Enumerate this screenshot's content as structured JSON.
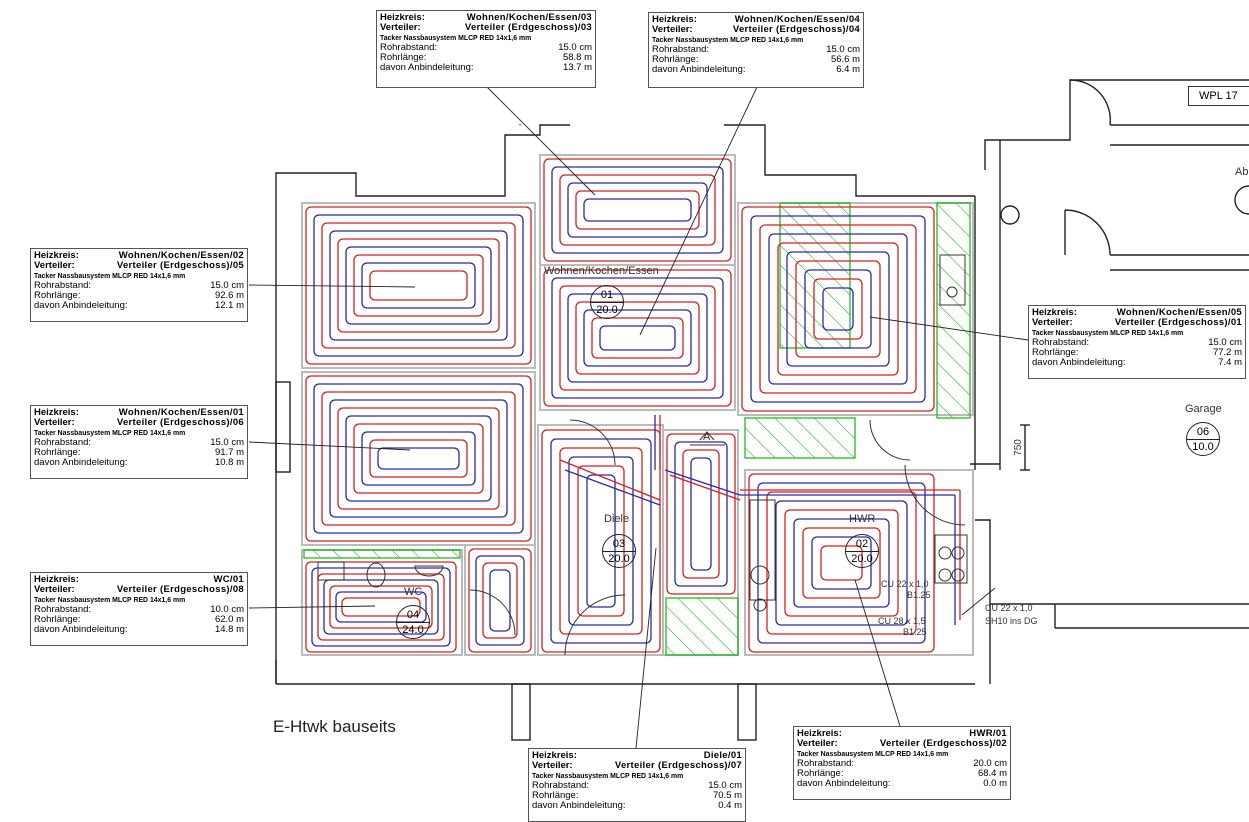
{
  "labels": {
    "heizkreis": "Heizkreis:",
    "verteiler": "Verteiler:",
    "system": "Tacker Nassbausystem MLCP RED 14x1,6 mm",
    "rohrabstand": "Rohrabstand:",
    "rohrlaenge": "Rohrlänge:",
    "anbinde": "davon Anbindeleitung:"
  },
  "circuits": [
    {
      "id": "c03",
      "heizkreis": "Wohnen/Kochen/Essen/03",
      "verteiler": "Verteiler (Erdgeschoss)/03",
      "rohrabstand": "15.0 cm",
      "rohrlaenge": "58.8 m",
      "anbinde": "13.7 m"
    },
    {
      "id": "c04",
      "heizkreis": "Wohnen/Kochen/Essen/04",
      "verteiler": "Verteiler (Erdgeschoss)/04",
      "rohrabstand": "15.0 cm",
      "rohrlaenge": "56.6 m",
      "anbinde": "6.4 m"
    },
    {
      "id": "c02",
      "heizkreis": "Wohnen/Kochen/Essen/02",
      "verteiler": "Verteiler (Erdgeschoss)/05",
      "rohrabstand": "15.0 cm",
      "rohrlaenge": "92.6 m",
      "anbinde": "12.1 m"
    },
    {
      "id": "c01",
      "heizkreis": "Wohnen/Kochen/Essen/01",
      "verteiler": "Verteiler (Erdgeschoss)/06",
      "rohrabstand": "15.0 cm",
      "rohrlaenge": "91.7 m",
      "anbinde": "10.8 m"
    },
    {
      "id": "c05",
      "heizkreis": "Wohnen/Kochen/Essen/05",
      "verteiler": "Verteiler (Erdgeschoss)/01",
      "rohrabstand": "15.0 cm",
      "rohrlaenge": "77.2 m",
      "anbinde": "7.4 m"
    },
    {
      "id": "cwc",
      "heizkreis": "WC/01",
      "verteiler": "Verteiler (Erdgeschoss)/08",
      "rohrabstand": "10.0 cm",
      "rohrlaenge": "62.0 m",
      "anbinde": "14.8 m"
    },
    {
      "id": "cdiele",
      "heizkreis": "Diele/01",
      "verteiler": "Verteiler (Erdgeschoss)/07",
      "rohrabstand": "15.0 cm",
      "rohrlaenge": "70.5 m",
      "anbinde": "0.4 m"
    },
    {
      "id": "chwr",
      "heizkreis": "HWR/01",
      "verteiler": "Verteiler (Erdgeschoss)/02",
      "rohrabstand": "20.0 cm",
      "rohrlaenge": "68.4 m",
      "anbinde": "0.0 m"
    }
  ],
  "rooms": [
    {
      "id": "r01",
      "name": "Wohnen/Kochen/Essen",
      "num": "01",
      "temp": "20.0"
    },
    {
      "id": "r03",
      "name": "Diele",
      "num": "03",
      "temp": "20.0"
    },
    {
      "id": "r02",
      "name": "HWR",
      "num": "02",
      "temp": "20.0"
    },
    {
      "id": "r04",
      "name": "WC",
      "num": "04",
      "temp": "24.0"
    },
    {
      "id": "r06",
      "name": "Garage",
      "num": "06",
      "temp": "10.0"
    }
  ],
  "annotations": {
    "wpl": "WPL 17",
    "ab": "Ab",
    "dim750": "750",
    "htwk": "E-Htwk bauseits",
    "cu22a": "CU 22 x 1,0",
    "b1": "B1.25",
    "cu28": "CU 28 x 1,5",
    "b2": "B1.25",
    "cu22b": "CU 22 x 1,0",
    "sh10": "SH10 ins DG",
    "section": "A"
  },
  "colors": {
    "supply": "#d42020",
    "return": "#2a2aa8",
    "green": "#22bb22",
    "wall": "#222222"
  }
}
